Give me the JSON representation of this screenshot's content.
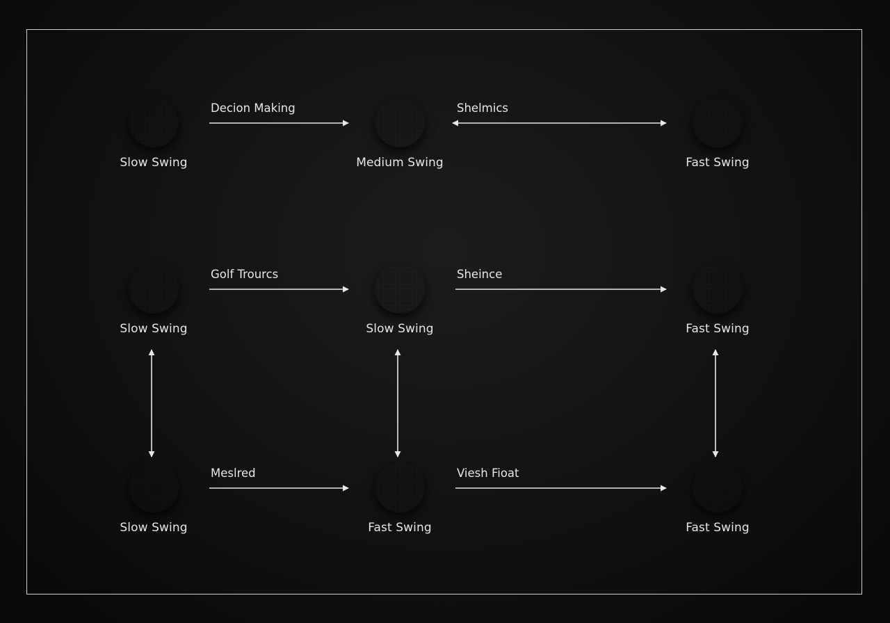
{
  "colors": {
    "frame": "#cfcfcf",
    "arrow": "#e8e8e8",
    "text": "#e6e6e6",
    "background": "#111111"
  },
  "nodes": [
    {
      "id": "r1c1",
      "color": "white",
      "label": "Slow Swing"
    },
    {
      "id": "r1c2",
      "color": "red",
      "label": "Medium Swing"
    },
    {
      "id": "r1c3",
      "color": "white",
      "label": "Fast Swing"
    },
    {
      "id": "r2c1",
      "color": "white",
      "label": "Slow Swing"
    },
    {
      "id": "r2c2",
      "color": "red",
      "label": "Slow Swing"
    },
    {
      "id": "r2c3",
      "color": "lime",
      "label": "Fast Swing"
    },
    {
      "id": "r3c1",
      "color": "white",
      "label": "Slow Swing"
    },
    {
      "id": "r3c2",
      "color": "white",
      "label": "Fast Swing"
    },
    {
      "id": "r3c3",
      "color": "black",
      "label": "Fast Swing"
    }
  ],
  "connections": [
    {
      "from": "r1c1",
      "to": "r1c2",
      "direction": "forward",
      "label": "Decion Making"
    },
    {
      "from": "r1c2",
      "to": "r1c3",
      "direction": "bidirectional",
      "label": "Shelmics"
    },
    {
      "from": "r2c1",
      "to": "r2c2",
      "direction": "forward",
      "label": "Golf Trourcs"
    },
    {
      "from": "r2c2",
      "to": "r2c3",
      "direction": "forward",
      "label": "Sheince"
    },
    {
      "from": "r3c1",
      "to": "r3c2",
      "direction": "forward",
      "label": "Meslred"
    },
    {
      "from": "r3c2",
      "to": "r3c3",
      "direction": "forward",
      "label": "Viesh Fioat"
    },
    {
      "from": "r2c1",
      "to": "r3c1",
      "direction": "bidirectional",
      "label": ""
    },
    {
      "from": "r2c2",
      "to": "r3c2",
      "direction": "bidirectional",
      "label": ""
    },
    {
      "from": "r2c3",
      "to": "r3c3",
      "direction": "bidirectional",
      "label": ""
    }
  ]
}
